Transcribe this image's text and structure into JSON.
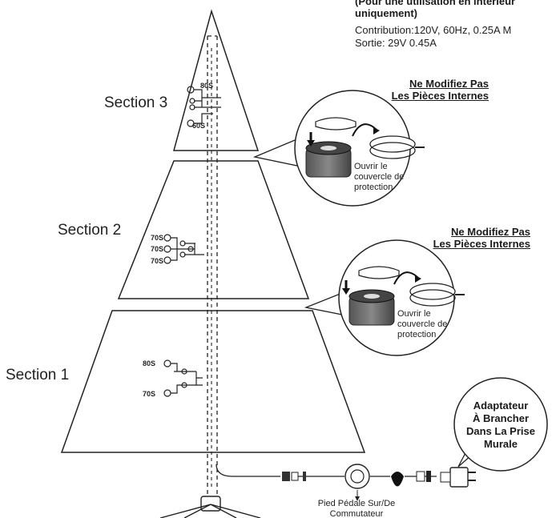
{
  "header": {
    "usage_line1": "(Pour une utilisation en intérieur",
    "usage_line2": "uniquement)",
    "input_spec": "Contribution:120V, 60Hz, 0.25A M",
    "output_spec": "Sortie: 29V 0.45A"
  },
  "sections": {
    "s3": "Section 3",
    "s2": "Section 2",
    "s1": "Section 1"
  },
  "bulbs": {
    "s3_top": "80S",
    "s3_bottom": "60S",
    "s2_a": "70S",
    "s2_b": "70S",
    "s2_c": "70S",
    "s1_a": "80S",
    "s1_b": "70S"
  },
  "callout_upper": {
    "warning_line1": "Ne Modifiez Pas",
    "warning_line2": "Les Pièces Internes",
    "cover_line1": "Ouvrir le",
    "cover_line2": "couvercle de",
    "cover_line3": "protection"
  },
  "callout_lower": {
    "warning_line1": "Ne Modifiez Pas",
    "warning_line2": "Les Pièces Internes",
    "cover_line1": "Ouvrir le",
    "cover_line2": "couvercle de",
    "cover_line3": "protection"
  },
  "foot_pedal": {
    "line1": "Pied Pédale Sur/De",
    "line2": "Commutateur"
  },
  "adapter": {
    "line1": "Adaptateur",
    "line2": "À Brancher",
    "line3": "Dans La Prise",
    "line4": "Murale"
  }
}
